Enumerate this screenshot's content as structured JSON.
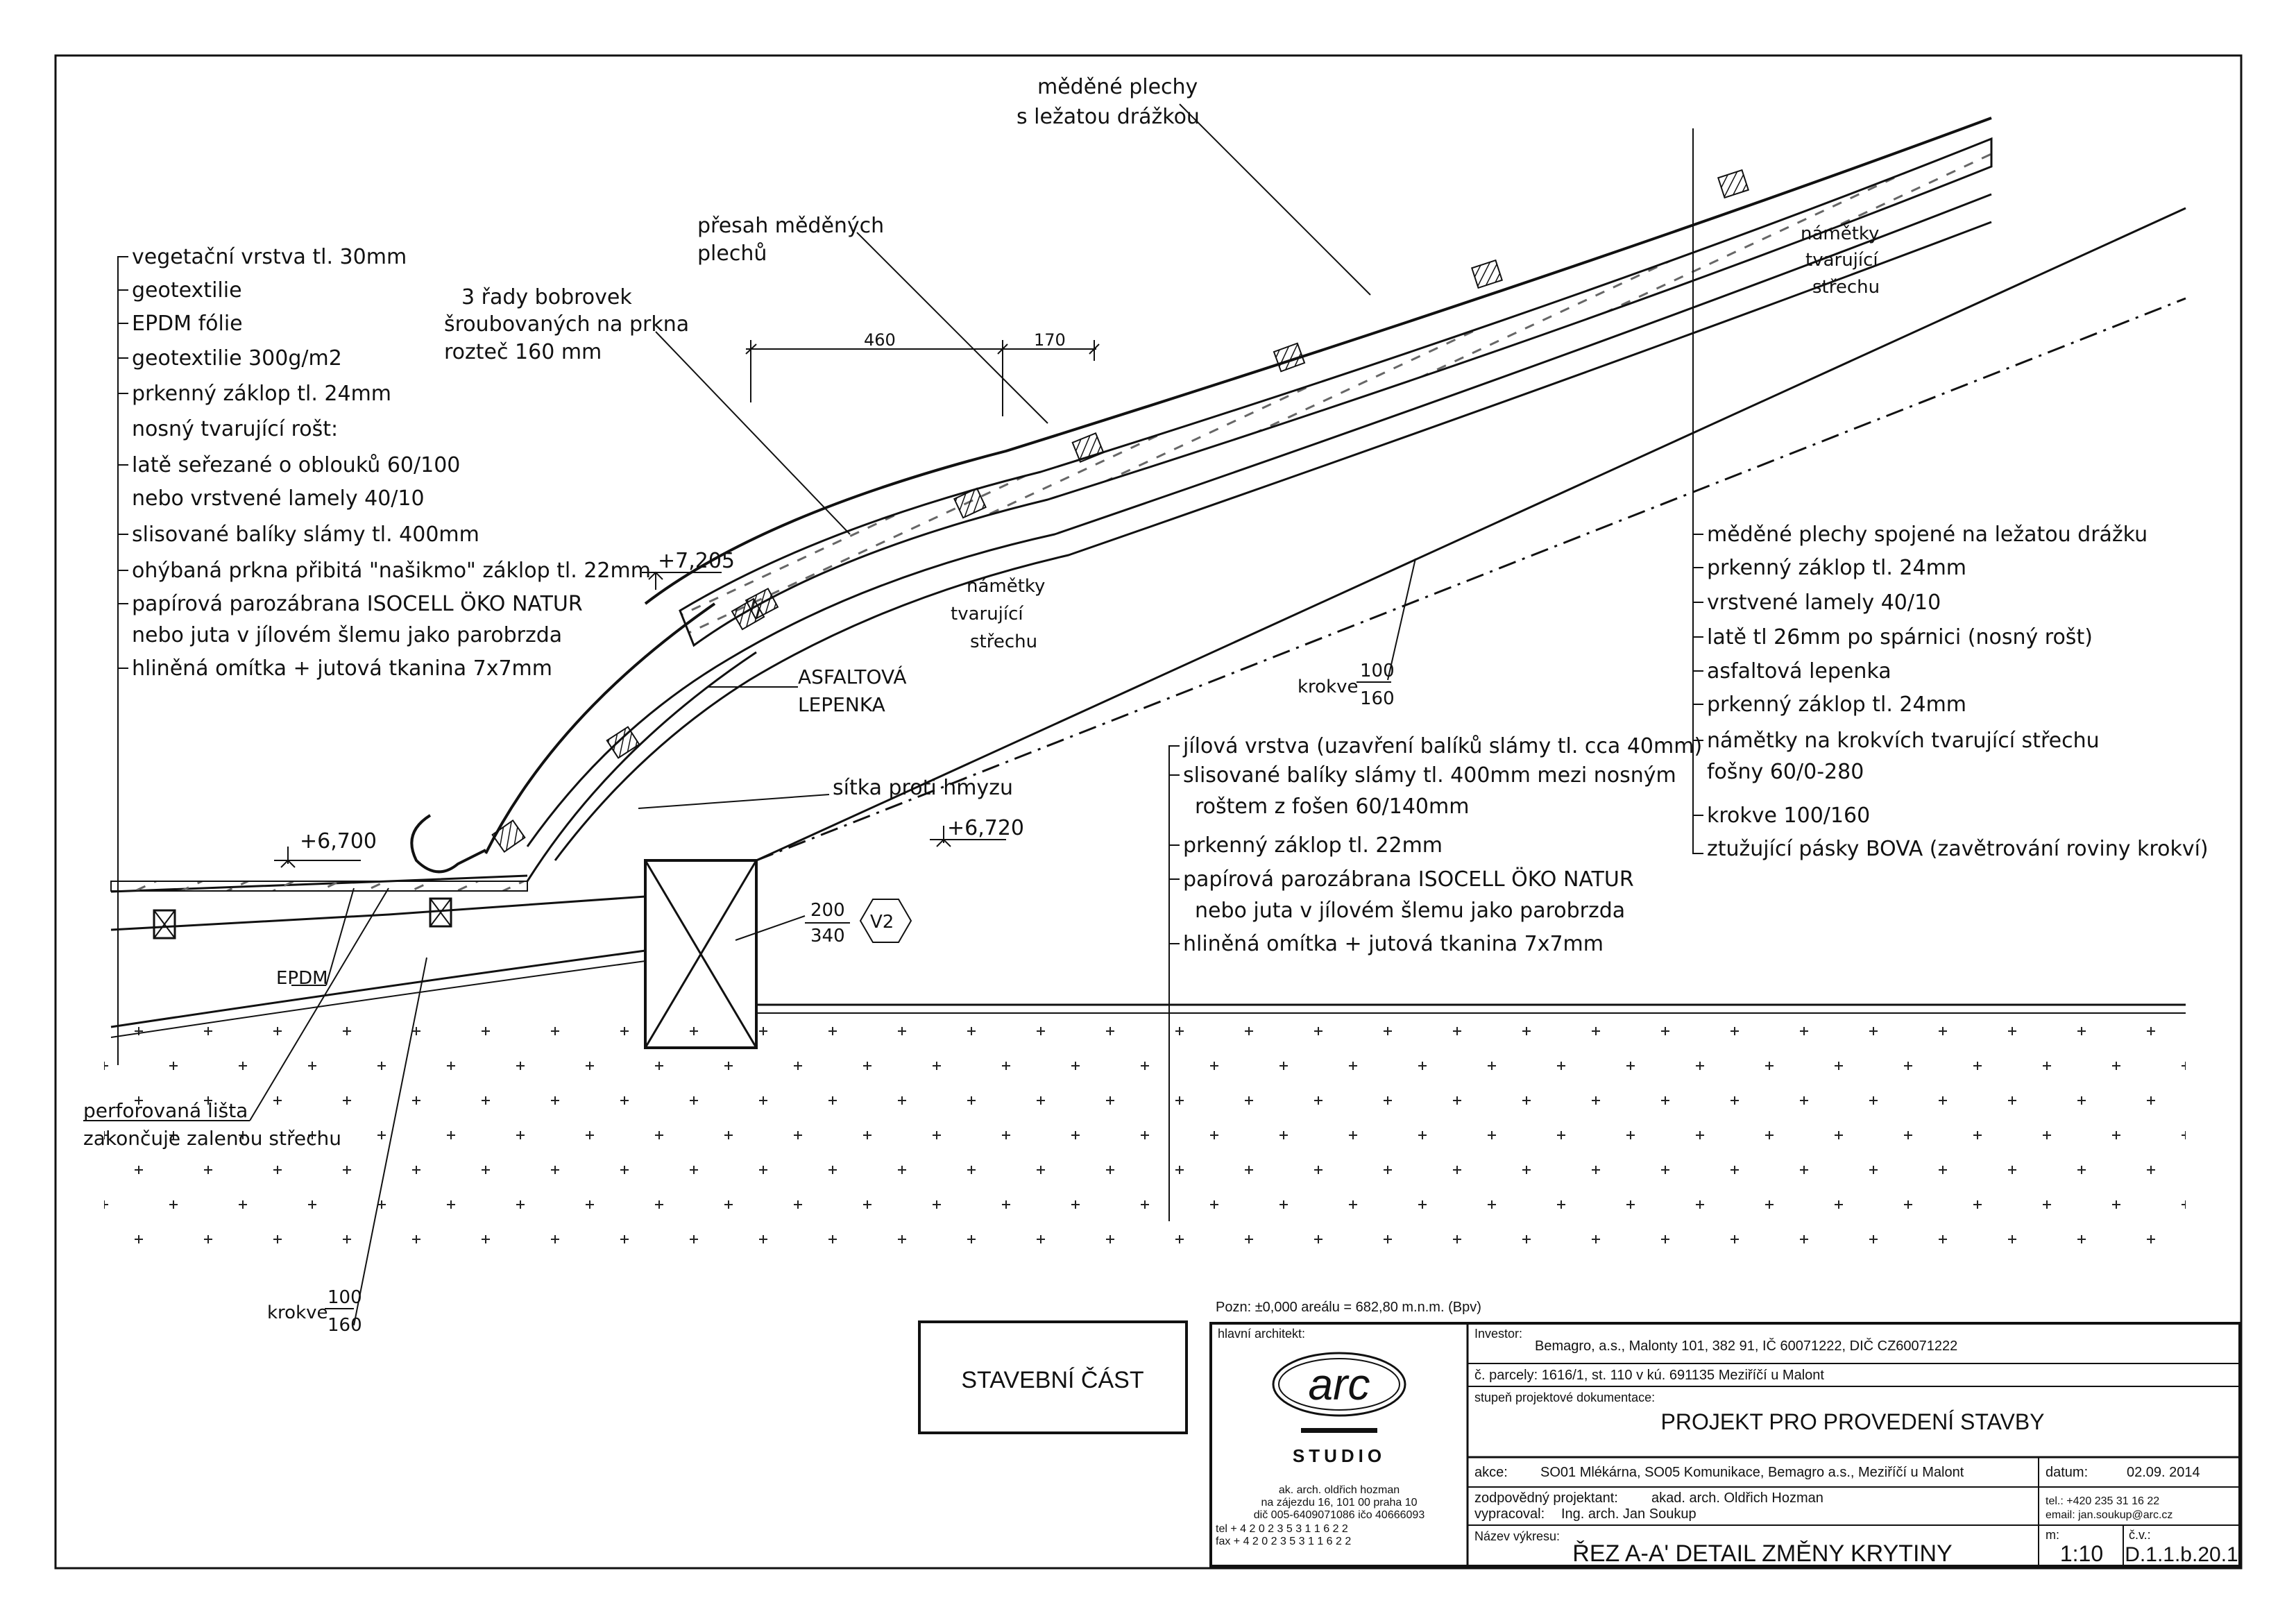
{
  "left_labels": [
    "vegetační vrstva tl. 30mm",
    "geotextilie",
    "EPDM fólie",
    "geotextilie 300g/m2",
    "prkenný záklop tl. 24mm",
    "nosný tvarující rošt:",
    "latě seřezané o oblouků 60/100",
    "nebo vrstvené lamely 40/10",
    "slisované balíky slámy tl. 400mm",
    "ohýbaná prkna přibitá \"našikmo\" záklop tl. 22mm",
    "papírová parozábrana ISOCELL ÖKO NATUR",
    "nebo juta v jílovém šlemu jako parobrzda",
    "hliněná omítka + jutová tkanina 7x7mm"
  ],
  "right_labels": [
    "měděné plechy spojené na ležatou drážku",
    "prkenný záklop tl. 24mm",
    "vrstvené lamely 40/10",
    "latě tl 26mm po spárnici (nosný rošt)",
    "asfaltová lepenka",
    "prkenný záklop tl. 24mm",
    "námětky na krokvích tvarující střechu",
    "fošny 60/0-280",
    "krokve 100/160",
    "ztužující pásky BOVA (zavětrování roviny krokví)"
  ],
  "center_labels": [
    "jílová vrstva (uzavření balíků slámy tl. cca 40mm)",
    "slisované balíky slámy tl. 400mm mezi nosným",
    "roštem z fošen 60/140mm",
    "prkenný záklop tl. 22mm",
    "papírová parozábrana ISOCELL ÖKO NATUR",
    "nebo juta v jílovém šlemu jako parobrzda",
    "hliněná omítka + jutová tkanina 7x7mm"
  ],
  "top_notes": {
    "copper_1": "měděné plechy",
    "copper_2": "s ležatou drážkou",
    "overlap_1": "přesah měděných",
    "overlap_2": "plechů",
    "bobrovky_1": "3 řady bobrovek",
    "bobrovky_2": "šroubovaných na prkna",
    "bobrovky_3": "rozteč 160 mm",
    "dim_460": "460",
    "dim_170": "170",
    "nametky_1": "námětky",
    "nametky_2": "tvarující",
    "nametky_3": "střechu"
  },
  "mid_notes": {
    "elev_7205": "+7,205",
    "elev_6700": "+6,700",
    "elev_6720": "+6,720",
    "asfalt_1": "ASFALTOVÁ",
    "asfalt_2": "LEPENKA",
    "sitka": "sítka proti hmyzu",
    "krokve": "krokve",
    "k100": "100",
    "k160": "160",
    "beam_200": "200",
    "beam_340": "340",
    "v2": "V2",
    "epdm": "EPDM",
    "perf_1": "perforovaná lišta",
    "perf_2": "zakončuje zalenou střechu"
  },
  "title_block": {
    "pozn": "Pozn: ±0,000 areálu = 682,80 m.n.m. (Bpv)",
    "section": "STAVEBNÍ ČÁST",
    "hlavni_architekt": "hlavní architekt:",
    "logo": "arc",
    "studio": "STUDIO",
    "arch_1": "ak. arch. oldřich hozman",
    "arch_2": "na zájezdu 16, 101 00 praha 10",
    "arch_3": "dič 005-6409071086 ičo 40666093",
    "arch_tel": "tel + 4 2 0 2 3 5 3 1 1 6 2 2",
    "arch_fax": "fax + 4 2 0 2 3 5 3 1 1 6 2 2",
    "investor_label": "Investor:",
    "investor": "Bemagro, a.s., Malonty 101, 382 91, IČ 60071222, DIČ CZ60071222",
    "parcely": "č. parcely: 1616/1, st. 110 v kú. 691135 Meziříčí u Malont",
    "stupen_label": "stupeň projektové dokumentace:",
    "stupen": "PROJEKT PRO PROVEDENÍ STAVBY",
    "akce_label": "akce:",
    "akce": "SO01 Mlékárna, SO05 Komunikace, Bemagro a.s., Meziříčí u Malont",
    "datum_label": "datum:",
    "datum": "02.09. 2014",
    "zodp_label": "zodpovědný projektant:",
    "zodp": "akad. arch. Oldřich Hozman",
    "vyprac_label": "vypracoval:",
    "vyprac": "Ing. arch. Jan Soukup",
    "tel": "tel.: +420 235 31 16 22",
    "email": "email: jan.soukup@arc.cz",
    "nazev_label": "Název výkresu:",
    "nazev": "ŘEZ A-A'  DETAIL ZMĚNY KRYTINY",
    "m_label": "m:",
    "scale": "1:10",
    "cv_label": "č.v.:",
    "cv": "D.1.1.b.20.1"
  }
}
